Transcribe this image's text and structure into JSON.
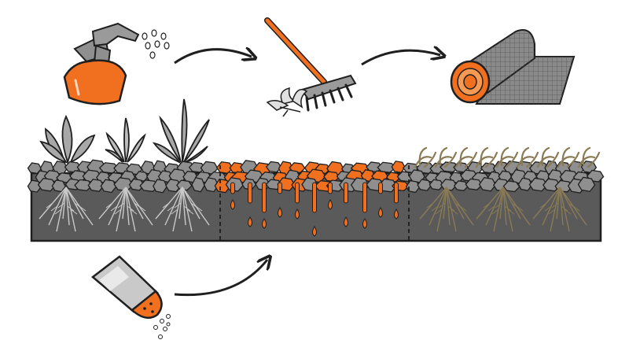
{
  "colors": {
    "background": "#ffffff",
    "outline": "#1f1f1f",
    "soil": "#5a5a5a",
    "stone": "#8f8f8f",
    "stone_hot": "#f07020",
    "spray_orange": "#f07020",
    "plant_grey": "#a8a8a8",
    "root": "#c9c9c9",
    "dead_plant": "#8a7a55",
    "roll_grey": "#8a8a8a",
    "droplet": "#8a8a8a",
    "drip": "#f07020"
  },
  "icons": {
    "spray": "spray-bottle-icon",
    "rake": "rake-icon",
    "roll": "landscape-fabric-roll-icon",
    "salt": "salt-shaker-icon",
    "arrow": "curved-arrow-icon"
  },
  "sections": [
    {
      "name": "weeds-with-roots",
      "state": "living weeds"
    },
    {
      "name": "treated-with-spray",
      "state": "chemical applied"
    },
    {
      "name": "dead-weeds",
      "state": "dried weeds"
    }
  ]
}
